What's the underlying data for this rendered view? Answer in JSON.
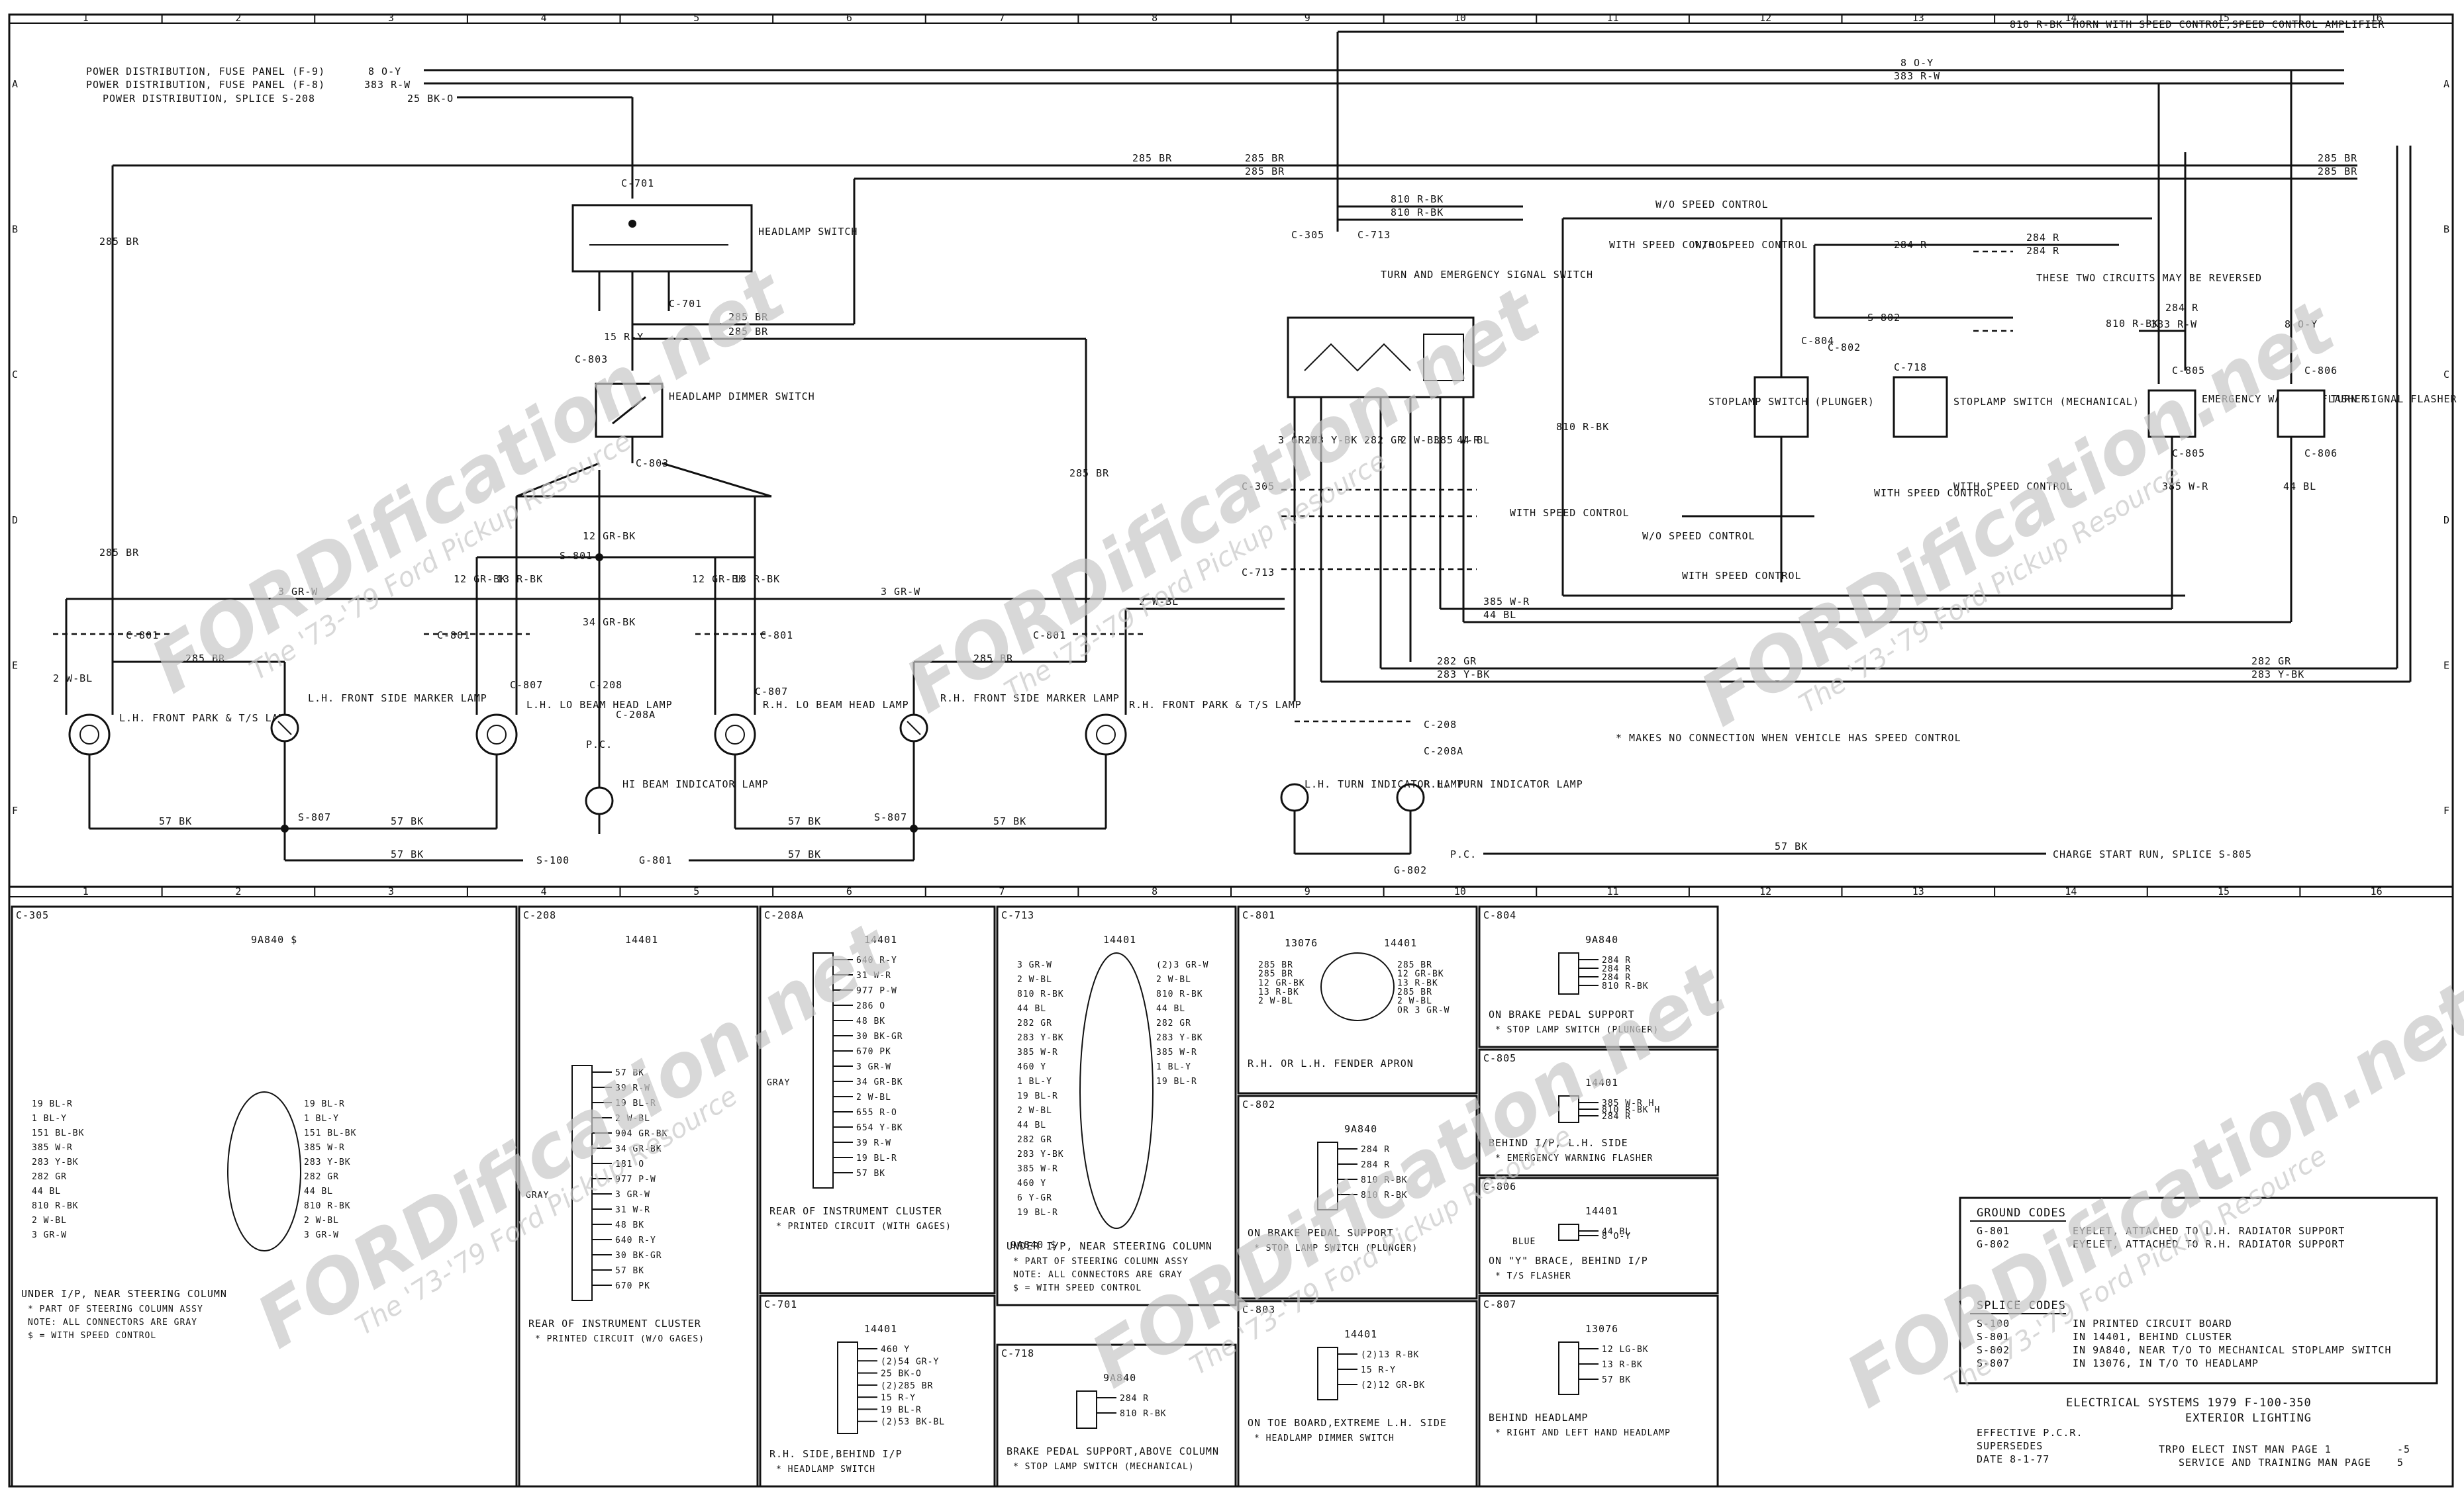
{
  "sheet": {
    "grid_numbers": [
      "1",
      "2",
      "3",
      "4",
      "5",
      "6",
      "7",
      "8",
      "9",
      "10",
      "11",
      "12",
      "13",
      "14",
      "15",
      "16"
    ],
    "grid_letters": [
      "A",
      "B",
      "C",
      "D",
      "E",
      "F"
    ]
  },
  "power": {
    "fuse_f9": "POWER DISTRIBUTION, FUSE PANEL (F-9)",
    "fuse_f8": "POWER DISTRIBUTION, FUSE PANEL (F-8)",
    "splice_s208": "POWER DISTRIBUTION, SPLICE S-208",
    "w8": "8 O-Y",
    "w383": "383 R-W",
    "w25": "25 BK-O",
    "horn": "810 R-BK",
    "horn_note": "HORN WITH SPEED CONTROL,SPEED CONTROL AMPLIFIER"
  },
  "components": {
    "headlamp_switch": "HEADLAMP SWITCH",
    "dimmer_switch": "HEADLAMP DIMMER SWITCH",
    "turn_switch": "TURN AND EMERGENCY SIGNAL SWITCH",
    "lh_front_park": "L.H. FRONT PARK & T/S LAMP",
    "lh_side_marker": "L.H. FRONT SIDE MARKER LAMP",
    "lh_lo_beam": "L.H. LO BEAM HEAD LAMP",
    "hi_beam_ind": "HI BEAM INDICATOR LAMP",
    "rh_lo_beam": "R.H. LO BEAM HEAD LAMP",
    "rh_side_marker": "R.H. FRONT SIDE MARKER LAMP",
    "rh_front_park": "R.H. FRONT PARK & T/S LAMP",
    "lh_turn_ind": "L.H. TURN INDICATOR LAMP",
    "rh_turn_ind": "R.H. TURN INDICATOR LAMP",
    "stoplamp_plunger": "STOPLAMP SWITCH (PLUNGER)",
    "stoplamp_mech": "STOPLAMP SWITCH (MECHANICAL)",
    "emergency_flasher": "EMERGENCY WARNING FLASHER",
    "turn_flasher": "TURN SIGNAL FLASHER",
    "with_speed": "WITH SPEED CONTROL",
    "wo_speed": "W/O SPEED CONTROL",
    "reversed_note": "THESE TWO CIRCUITS MAY BE REVERSED",
    "star_note": "* MAKES NO CONNECTION WHEN VEHICLE HAS SPEED CONTROL",
    "charge_start": "CHARGE START RUN, SPLICE S-805"
  },
  "connectors": [
    "C-701",
    "C-803",
    "C-801",
    "C-807",
    "C-208",
    "C-208A",
    "C-305",
    "C-713",
    "C-804",
    "C-802",
    "C-718",
    "C-805",
    "C-806",
    "S-801",
    "S-807",
    "S-802",
    "S-100",
    "G-801",
    "G-802",
    "P.C."
  ],
  "wires": {
    "w285": "285 BR",
    "w3": "3 GR-W",
    "w2": "2 W-BL",
    "w57": "57 BK",
    "w12": "12 GR-BK",
    "w13": "13 R-BK",
    "w34": "34 GR-BK",
    "w15": "15 R-Y",
    "w282": "282 GR",
    "w283": "283 Y-BK",
    "w385": "385 W-R",
    "w44": "44 BL",
    "w284": "284 R",
    "w810": "810 R-BK",
    "w57pc": "57 BK"
  },
  "panels": [
    {
      "id": "C-305",
      "caption": "UNDER I/P, NEAR STEERING COLUMN",
      "notes": [
        "* PART OF STEERING COLUMN ASSY",
        "NOTE: ALL CONNECTORS ARE GRAY",
        "$ = WITH SPEED CONTROL"
      ],
      "left": [
        "19 BL-R",
        "1 BL-Y",
        "151 BL-BK",
        "385 W-R",
        "283 Y-BK",
        "282 GR",
        "44 BL",
        "810 R-BK",
        "2 W-BL",
        "3 GR-W"
      ],
      "right": [
        "19 BL-R",
        "1 BL-Y",
        "151 BL-BK",
        "385 W-R",
        "283 Y-BK",
        "282 GR",
        "44 BL",
        "810 R-BK",
        "2 W-BL",
        "3 GR-W"
      ],
      "part": "9A840 $"
    },
    {
      "id": "C-208",
      "caption": "REAR OF INSTRUMENT CLUSTER",
      "notes": [
        "* PRINTED CIRCUIT (W/O GAGES)"
      ],
      "part": "14401",
      "pins": [
        "57 BK",
        "39 R-W",
        "19 BL-R",
        "2 W-BL",
        "904 GR-BK",
        "34 GR-BK",
        "181 O",
        "977 P-W",
        "3 GR-W",
        "31 W-R",
        "48 BK",
        "640 R-Y",
        "30 BK-GR",
        "57 BK",
        "670 PK"
      ],
      "gray": "GRAY"
    },
    {
      "id": "C-208A",
      "caption": "REAR OF INSTRUMENT CLUSTER",
      "notes": [
        "* PRINTED CIRCUIT (WITH GAGES)"
      ],
      "part": "14401",
      "pins": [
        "640 R-Y",
        "31 W-R",
        "977 P-W",
        "286 O",
        "48 BK",
        "30 BK-GR",
        "670 PK",
        "3 GR-W",
        "34 GR-BK",
        "2 W-BL",
        "655 R-O",
        "654 Y-BK",
        "39 R-W",
        "19 BL-R",
        "57 BK"
      ],
      "gray": "GRAY"
    },
    {
      "id": "C-713",
      "caption": "UNDER I/P, NEAR STEERING COLUMN",
      "notes": [
        "* PART OF STEERING COLUMN ASSY",
        "NOTE: ALL CONNECTORS ARE GRAY",
        "$ = WITH SPEED CONTROL"
      ],
      "left": [
        "3 GR-W",
        "2 W-BL",
        "810 R-BK",
        "44 BL",
        "282 GR",
        "283 Y-BK",
        "385 W-R",
        "460 Y",
        "1 BL-Y",
        "19 BL-R",
        "2 W-BL",
        "44 BL",
        "282 GR",
        "283 Y-BK",
        "385 W-R",
        "460 Y",
        "6 Y-GR",
        "19 BL-R"
      ],
      "right": [
        "(2)3 GR-W",
        "2 W-BL",
        "810 R-BK",
        "44 BL",
        "282 GR",
        "283 Y-BK",
        "385 W-R",
        "1 BL-Y",
        "19 BL-R"
      ],
      "part": "14401",
      "part2": "9A840 $"
    },
    {
      "id": "C-801",
      "caption": "R.H. OR L.H. FENDER APRON",
      "left_part": "13076",
      "right_part": "14401",
      "left": [
        "285 BR",
        "285 BR",
        "12 GR-BK",
        "13 R-BK",
        "2 W-BL"
      ],
      "right": [
        "285 BR",
        "12 GR-BK",
        "13 R-BK",
        "285 BR",
        "2 W-BL",
        "OR 3 GR-W"
      ]
    },
    {
      "id": "C-804",
      "caption": "ON BRAKE PEDAL SUPPORT",
      "notes": [
        "* STOP LAMP SWITCH (PLUNGER)"
      ],
      "part": "9A840",
      "pins": [
        "284 R",
        "284 R",
        "284 R",
        "810 R-BK"
      ]
    },
    {
      "id": "C-805",
      "caption": "BEHIND I/P, L.H. SIDE",
      "notes": [
        "* EMERGENCY WARNING FLASHER"
      ],
      "part": "14401",
      "pins": [
        "385 W-R H",
        "810 R-BK H",
        "284 R"
      ]
    },
    {
      "id": "C-806",
      "caption": "ON \"Y\" BRACE, BEHIND I/P",
      "notes": [
        "* T/S FLASHER"
      ],
      "part": "14401",
      "pins": [
        "44 BL",
        "8 O-Y"
      ],
      "blue": "BLUE"
    },
    {
      "id": "C-807",
      "caption": "BEHIND HEADLAMP",
      "notes": [
        "* RIGHT AND LEFT HAND HEADLAMP"
      ],
      "part": "13076",
      "pins": [
        "12 LG-BK",
        "13 R-BK",
        "57 BK"
      ]
    },
    {
      "id": "C-802",
      "caption": "ON BRAKE PEDAL SUPPORT",
      "notes": [
        "* STOP LAMP SWITCH (PLUNGER)"
      ],
      "part": "9A840",
      "pins": [
        "284 R",
        "284 R",
        "810 R-BK",
        "810 R-BK"
      ]
    },
    {
      "id": "C-803",
      "caption": "ON TOE BOARD,EXTREME L.H. SIDE",
      "notes": [
        "* HEADLAMP DIMMER SWITCH"
      ],
      "part": "14401",
      "pins": [
        "(2)13 R-BK",
        "15 R-Y",
        "(2)12 GR-BK"
      ]
    },
    {
      "id": "C-701",
      "caption": "R.H. SIDE,BEHIND I/P",
      "notes": [
        "* HEADLAMP SWITCH"
      ],
      "part": "14401",
      "pins": [
        "460 Y",
        "(2)54 GR-Y",
        "25 BK-O",
        "(2)285 BR",
        "15 R-Y",
        "19 BL-R",
        "(2)53 BK-BL"
      ]
    },
    {
      "id": "C-718",
      "caption": "BRAKE PEDAL SUPPORT,ABOVE COLUMN",
      "notes": [
        "* STOP LAMP SWITCH (MECHANICAL)"
      ],
      "part": "9A840",
      "pins": [
        "284 R",
        "810 R-BK"
      ]
    }
  ],
  "codes": {
    "ground_title": "GROUND CODES",
    "ground": [
      [
        "G-801",
        "EYELET, ATTACHED TO L.H. RADIATOR SUPPORT"
      ],
      [
        "G-802",
        "EYELET, ATTACHED TO R.H. RADIATOR SUPPORT"
      ]
    ],
    "splice_title": "SPLICE CODES",
    "splice": [
      [
        "S-100",
        "IN PRINTED CIRCUIT BOARD"
      ],
      [
        "S-801",
        "IN 14401, BEHIND CLUSTER"
      ],
      [
        "S-802",
        "IN 9A840, NEAR T/O TO MECHANICAL STOPLAMP SWITCH"
      ],
      [
        "S-807",
        "IN 13076, IN T/O TO HEADLAMP"
      ]
    ]
  },
  "title_block": {
    "line1": "ELECTRICAL SYSTEMS 1979 F-100-350",
    "line2": "EXTERIOR LIGHTING",
    "effective": "EFFECTIVE P.C.R.",
    "supersedes": "SUPERSEDES",
    "date": "DATE 8-1-77",
    "page1": "TRPO ELECT INST MAN PAGE 1",
    "page1_no": "-5",
    "page2": "SERVICE AND TRAINING MAN PAGE",
    "page2_no": "5"
  },
  "watermark": {
    "brand": "FORDification.net",
    "tagline": "The '73-'79 Ford Pickup Resource"
  }
}
